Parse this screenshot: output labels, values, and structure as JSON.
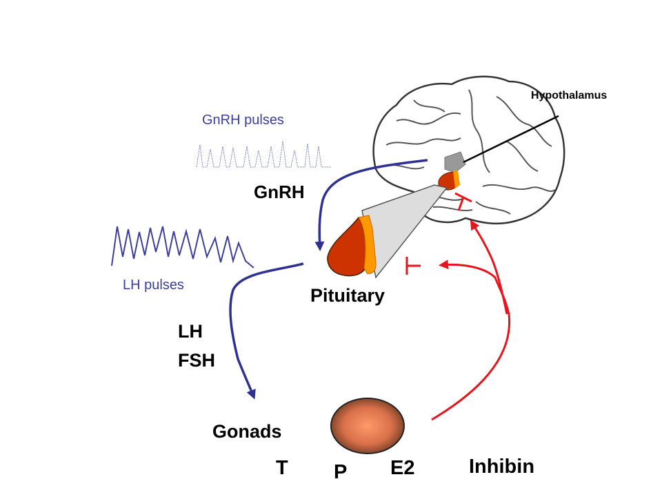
{
  "labels": {
    "hypothalamus": "Hypothalamus",
    "gnrh_pulses": "GnRH pulses",
    "gnrh": "GnRH",
    "lh_pulses": "LH pulses",
    "pituitary": "Pituitary",
    "lh": "LH",
    "fsh": "FSH",
    "gonads": "Gonads",
    "t": "T",
    "p": "P",
    "e2": "E2",
    "inhibin": "Inhibin"
  },
  "colors": {
    "stimulation_arrow": "#2e3192",
    "inhibition_arrow": "#e8141b",
    "pulse_blue": "#3b3e9a",
    "pituitary_red": "#cc3300",
    "pituitary_orange": "#ff9900",
    "hypothalamus_gray": "#999999",
    "gonad": "#e07a4c"
  }
}
